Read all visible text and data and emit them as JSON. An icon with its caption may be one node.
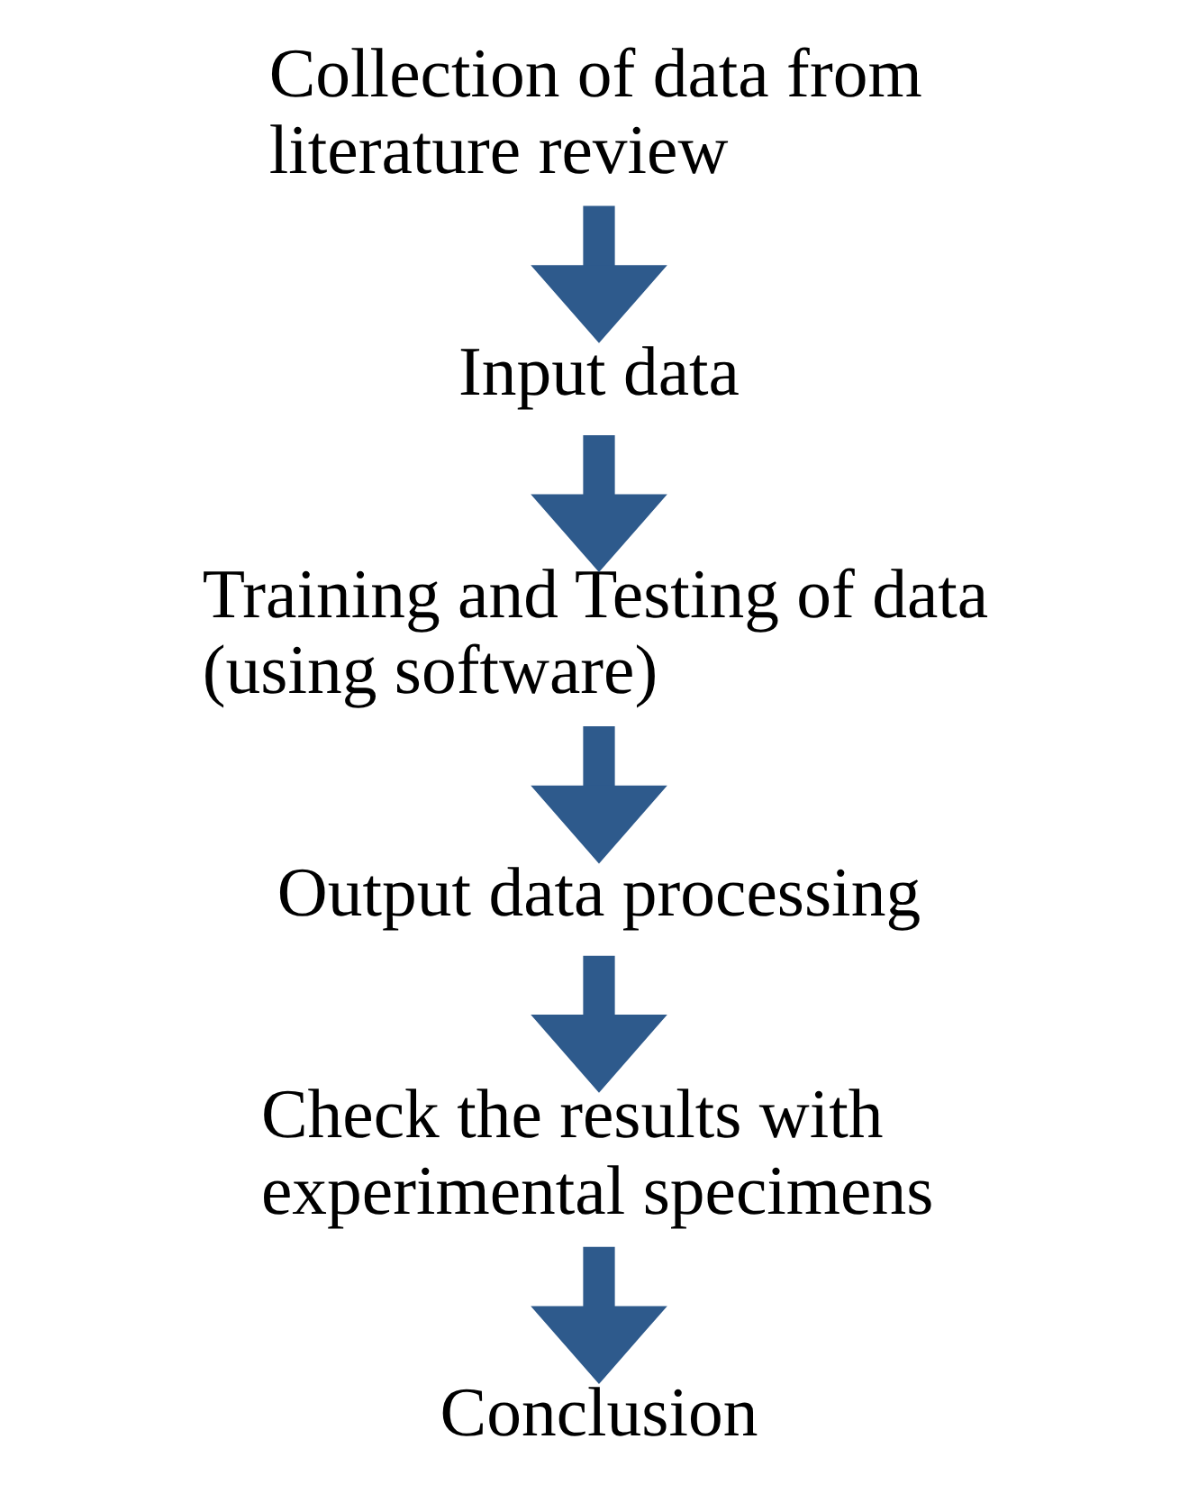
{
  "diagram": {
    "nodes": [
      {
        "text": [
          "Collection of data from literature review"
        ]
      },
      {
        "text": [
          "Input data"
        ]
      },
      {
        "text": [
          "Training and Testing of data (using software)"
        ]
      },
      {
        "text": [
          "Output data processing"
        ]
      },
      {
        "text": [
          "Check the results with experimental specimens"
        ]
      },
      {
        "text": [
          "Conclusion"
        ]
      }
    ],
    "edges": [
      {
        "from": 0,
        "to": 1,
        "arrow": "to"
      },
      {
        "from": 1,
        "to": 2,
        "arrow": "to"
      },
      {
        "from": 2,
        "to": 3,
        "arrow": "to"
      },
      {
        "from": 3,
        "to": 4,
        "arrow": "to"
      },
      {
        "from": 4,
        "to": 5,
        "arrow": "to"
      }
    ]
  }
}
